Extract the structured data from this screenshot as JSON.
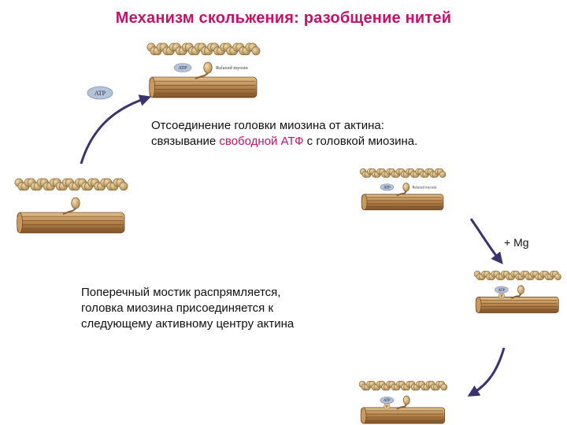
{
  "title": "Механизм скольжения: разобщение нитей",
  "caption_top": {
    "line1": "Отсоединение головки миозина от актина:",
    "line2_before": "связывание ",
    "line2_highlight": "свободной АТФ",
    "line2_after": " с головкой миозина."
  },
  "caption_left": {
    "line1": "Поперечный мостик распрямляется,",
    "line2": "головка миозина присоединяется к",
    "line3": "следующему активному центру актина"
  },
  "mg_label": "+ Mg",
  "atp_label": "ATP",
  "relaxed_myosin_label": "Relaxed myosin",
  "pi_label": "P",
  "colors": {
    "title": "#c8106a",
    "highlight": "#c8106a",
    "arrow": "#3b3270",
    "actin": "#c8a46a",
    "myosin_filament": "#a8743c",
    "atp_badge": "#b4c2da"
  }
}
